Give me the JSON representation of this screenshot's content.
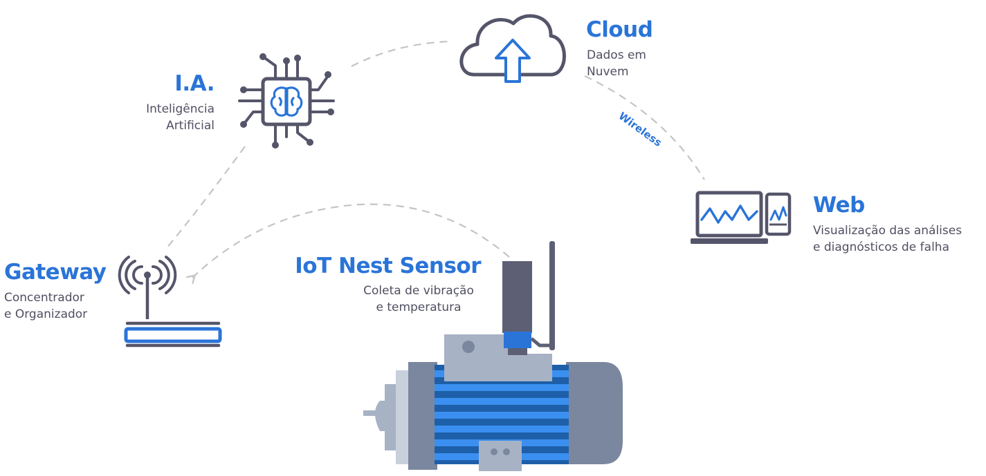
{
  "nodes": {
    "cloud": {
      "title": "Cloud",
      "desc_line1": "Dados em",
      "desc_line2": "Nuvem",
      "icon": "cloud-upload-icon"
    },
    "ia": {
      "title": "I.A.",
      "desc_line1": "Inteligência",
      "desc_line2": "Artificial",
      "icon": "ai-chip-brain-icon"
    },
    "web": {
      "title": "Web",
      "desc_line1": "Visualização das análises",
      "desc_line2": "e diagnósticos de falha",
      "icon": "monitor-phone-icon"
    },
    "gateway": {
      "title": "Gateway",
      "desc_line1": "Concentrador",
      "desc_line2": "e Organizador",
      "icon": "router-icon"
    },
    "sensor": {
      "title": "IoT Nest Sensor",
      "desc_line1": "Coleta de vibração",
      "desc_line2": "e temperatura",
      "icon": "motor-sensor-icon"
    }
  },
  "links": {
    "wireless_label": "Wireless"
  },
  "colors": {
    "accent": "#2a74d8",
    "icon_dark": "#55556a",
    "dash": "#c4c4c4",
    "motor_blue": "#3b8ff0",
    "motor_grey": "#7a879e"
  }
}
